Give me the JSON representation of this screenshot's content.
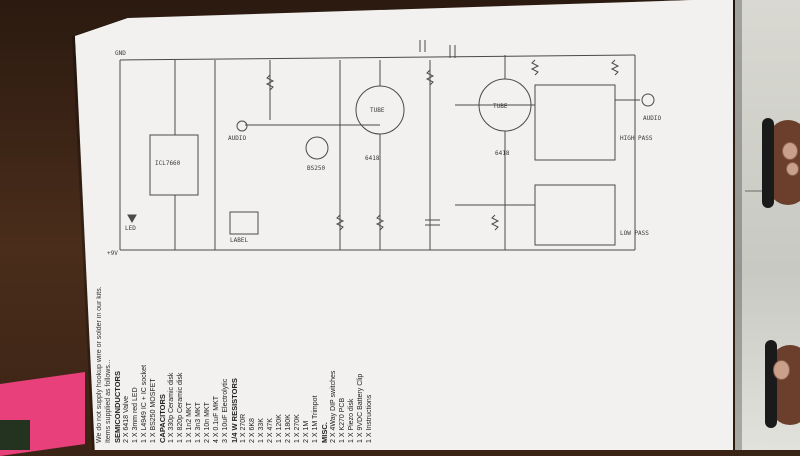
{
  "photo": {
    "scene": "photo of a printed kit instruction sheet lying sideways on a wooden table",
    "colors": {
      "table": "#3a2416",
      "paper": "#f2f1ef",
      "ink": "#444444",
      "pink_card": "#e8407a",
      "floor": "#d9d9d2"
    }
  },
  "schematic": {
    "labels": {
      "battery_pos": "+9V",
      "battery_neg": "GND",
      "led": "LED",
      "ic": "ICL7660",
      "q1": "BS250",
      "v1": "6418",
      "v2": "6418",
      "tube1": "TUBE",
      "tube2": "TUBE",
      "audio_in": "AUDIO",
      "audio_out": "AUDIO",
      "high_pass": "HIGH PASS",
      "low_pass": "LOW PASS",
      "label": "LABEL"
    }
  },
  "parts_list": {
    "intro": "Items supplied as follows...",
    "note": "We do not supply hookup wire or solder in our kits.",
    "sections": [
      {
        "title": "SEMICONDUCTORS",
        "items": [
          "2 X 6418 Valve",
          "1 X 3mm red LED",
          "1 X L4949 IC + IC socket",
          "1 X BS250 MOSFET"
        ]
      },
      {
        "title": "CAPACITORS",
        "items": [
          "1 X 330p Ceramic disk",
          "1 X 820p Ceramic disk",
          "1 X 1n2 MKT",
          "1 X 3n3 MKT",
          "2 X 10n MKT",
          "4 X 0.1uF MKT",
          "3 X 10uF Electrolytic"
        ]
      },
      {
        "title": "1/4 W RESISTORS",
        "items": [
          "1 X 270R",
          "2 X 6K8",
          "1 X 33K",
          "2 X 47K",
          "1 X 120K",
          "2 X 180K",
          "1 X 270K",
          "2 X 1M",
          "1 X 1M Trimpot"
        ]
      },
      {
        "title": "MISC.",
        "items": [
          "2 X 4Way DIP switches",
          "1 X K270 PCB",
          "1 X Piezo disk",
          "1 X 9VDC Battery Clip",
          "1 X Instructions"
        ]
      }
    ]
  }
}
